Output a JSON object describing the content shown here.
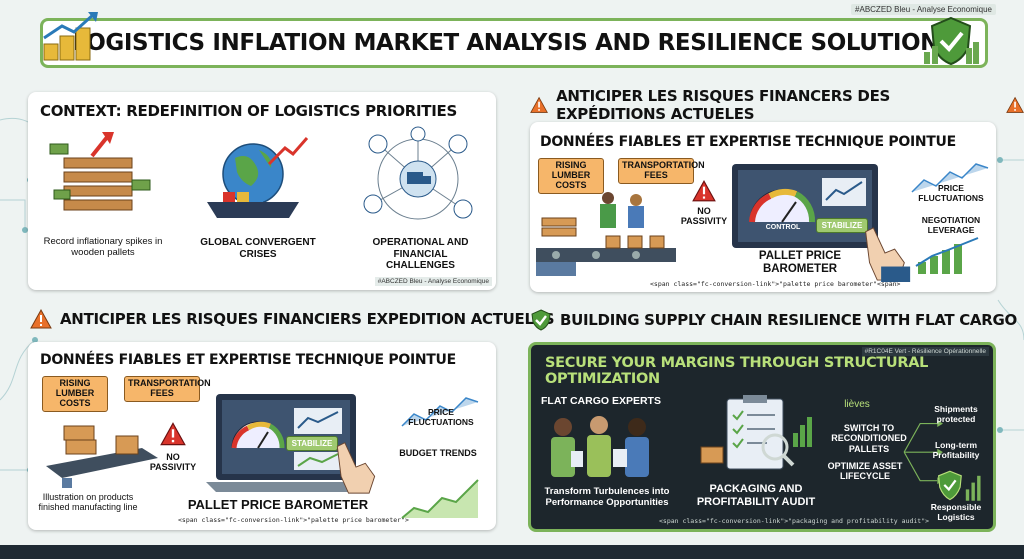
{
  "title": "LOGISTICS INFLATION MARKET ANALYSIS AND RESILIENCE SOLUTIONS",
  "top_tag": "#ABCZED Bleu - Analyse Economique",
  "context": {
    "heading": "CONTEXT: REDEFINITION OF LOGISTICS PRIORITIES",
    "items": [
      "Record inflationary spikes in wooden pallets",
      "GLOBAL CONVERGENT CRISES",
      "OPERATIONAL AND FINANCIAL CHALLENGES"
    ],
    "tag": "#ABCZED Bleu - Analyse Economique"
  },
  "anticiper_top": {
    "section_heading": "ANTICIPER LES RISQUES FINANCERS DES EXPÉDITIONS ACTUELES",
    "heading": "DONNÉES FIABLES ET EXPERTISE TECHNIQUE POINTUE",
    "rising": "RISING LUMBER COSTS",
    "transport": "TRANSPORTATION FEES",
    "no_passivity": "NO PASSIVITY",
    "control": "CONTROL",
    "stabilize": "STABILIZE",
    "barometer": "PALLET PRICE BAROMETER",
    "price_fluct": "PRICE FLUCTUATIONS",
    "negotiation": "NEGOTIATION LEVERAGE",
    "code": "<span class=\"fc-conversion-link\">\"palette price barometer\"<span>"
  },
  "anticiper_bottom": {
    "section_heading": "ANTICIPER LES RISQUES FINANCIERS EXPEDITION ACTUELES",
    "heading": "DONNÉES FIABLES ET EXPERTISE TECHNIQUE POINTUE",
    "rising": "RISING LUMBER COSTS",
    "transport": "TRANSPORTATION FEES",
    "no_passivity": "NO PASSIVITY",
    "stabilize": "STABILIZE",
    "price_fluct": "PRICE FLUCTUATIONS",
    "budget": "BUDGET TRENDS",
    "illustration": "Illustration on products finished manufacting line",
    "barometer": "PALLET PRICE BAROMETER",
    "code": "<span class=\"fc-conversion-link\">\"palette price barometer\">"
  },
  "resilience": {
    "section_heading": "BUILDING SUPPLY CHAIN RESILIENCE WITH FLAT CARGO",
    "tag": "#R1C04E Vert - Résilience Opérationnelle",
    "title": "SECURE YOUR MARGINS THROUGH STRUCTURAL OPTIMIZATION",
    "experts": "FLAT CARGO EXPERTS",
    "transform": "Transform Turbulences into Performance Opportunities",
    "audit": "PACKAGING AND PROFITABILITY AUDIT",
    "levers": "lièves",
    "switch": "SWITCH TO RECONDITIONED PALLETS",
    "optimize": "OPTIMIZE ASSET LIFECYCLE",
    "shipments": "Shipments protected",
    "longterm": "Long-term Profitability",
    "responsible": "Responsible Logistics",
    "code": "<span class=\"fc-conversion-link\">\"packaging and profitability audit\">"
  },
  "colors": {
    "accent_green": "#7cb35a",
    "orange": "#f6b66a",
    "warning_red": "#d9342b",
    "dark_bg": "#1d262c",
    "lime_text": "#b8e07a"
  }
}
